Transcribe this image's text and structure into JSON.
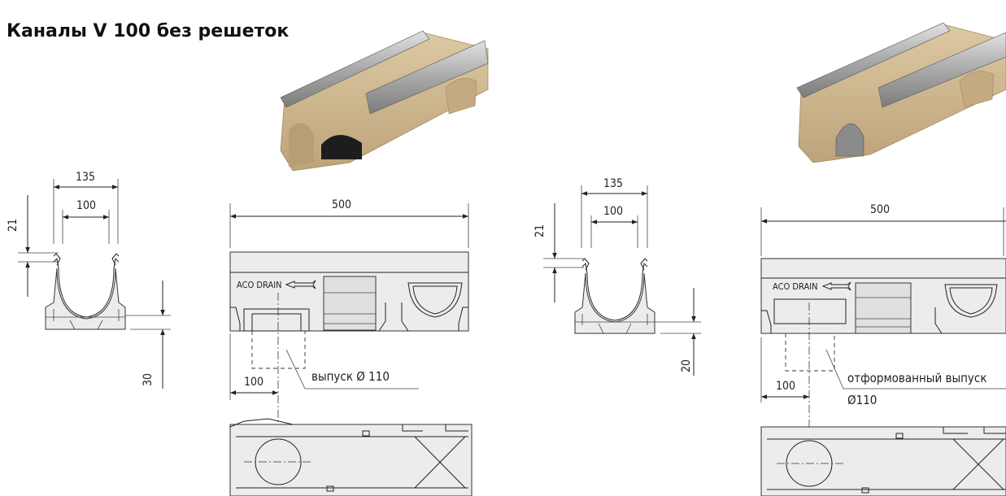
{
  "title": "Каналы V 100 без решеток",
  "left": {
    "dims": {
      "top_outer": "135",
      "top_inner": "100",
      "rail": "21",
      "bottom": "30",
      "length": "500",
      "outlet_offset": "100"
    },
    "logo_text": "ACO DRAIN",
    "outlet_label": "выпуск  Ø 110"
  },
  "right": {
    "dims": {
      "top_outer": "135",
      "top_inner": "100",
      "rail": "21",
      "bottom": "20",
      "length": "500",
      "outlet_offset": "100"
    },
    "logo_text": "ACO DRAIN",
    "outlet_label": "отформованный выпуск",
    "outlet_label2": "Ø110"
  },
  "colors": {
    "concrete": "#c9b48e",
    "steel": "#a8a8a8",
    "drawing": "#222222"
  }
}
